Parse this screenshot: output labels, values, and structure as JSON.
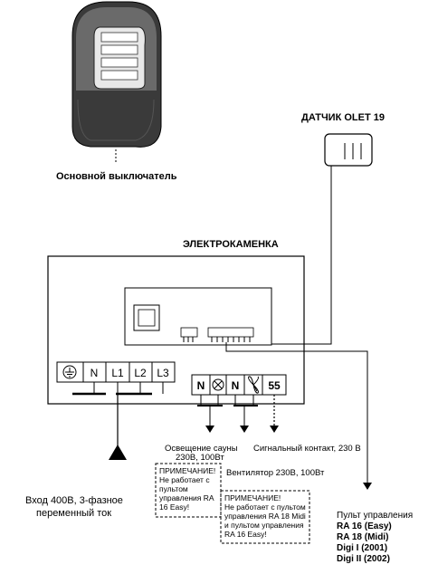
{
  "main_switch": {
    "label": "Основной выключатель"
  },
  "sensor": {
    "label": "ДАТЧИК OLET 19"
  },
  "heater": {
    "label": "ЭЛЕКТРОКАМЕНКА"
  },
  "power_terminals": [
    "N",
    "L1",
    "L2",
    "L3"
  ],
  "aux_terminals": {
    "n1": "N",
    "n2": "N",
    "signal": "55"
  },
  "input": {
    "line1": "Вход 400В, 3-фазное",
    "line2": "переменный ток"
  },
  "lighting": {
    "line1": "Освещение сауны",
    "line2": "230В, 100Вт"
  },
  "signal_contact": {
    "label": "Сигнальный контакт, 230 В"
  },
  "fan": {
    "label": "Вентилятор 230В, 100Вт"
  },
  "note1": {
    "lines": [
      "ПРИМЕЧАНИЕ!",
      "Не работает с",
      "пультом",
      "управления RA",
      "16 Easy!"
    ]
  },
  "note2": {
    "lines": [
      "ПРИМЕЧАНИЕ!",
      "Не работает с пультом",
      "управления RA 18 Midi",
      "и пультом управления",
      "RA 16 Easy!"
    ]
  },
  "control_panel": {
    "title": "Пульт управления",
    "models": [
      "RA 16  (Easy)",
      "RA 18  (Midi)",
      "Digi I   (2001)",
      "Digi II  (2002)"
    ]
  },
  "icons": {
    "ground": "ground-icon",
    "lamp": "lamp-icon",
    "fan": "fan-icon"
  }
}
